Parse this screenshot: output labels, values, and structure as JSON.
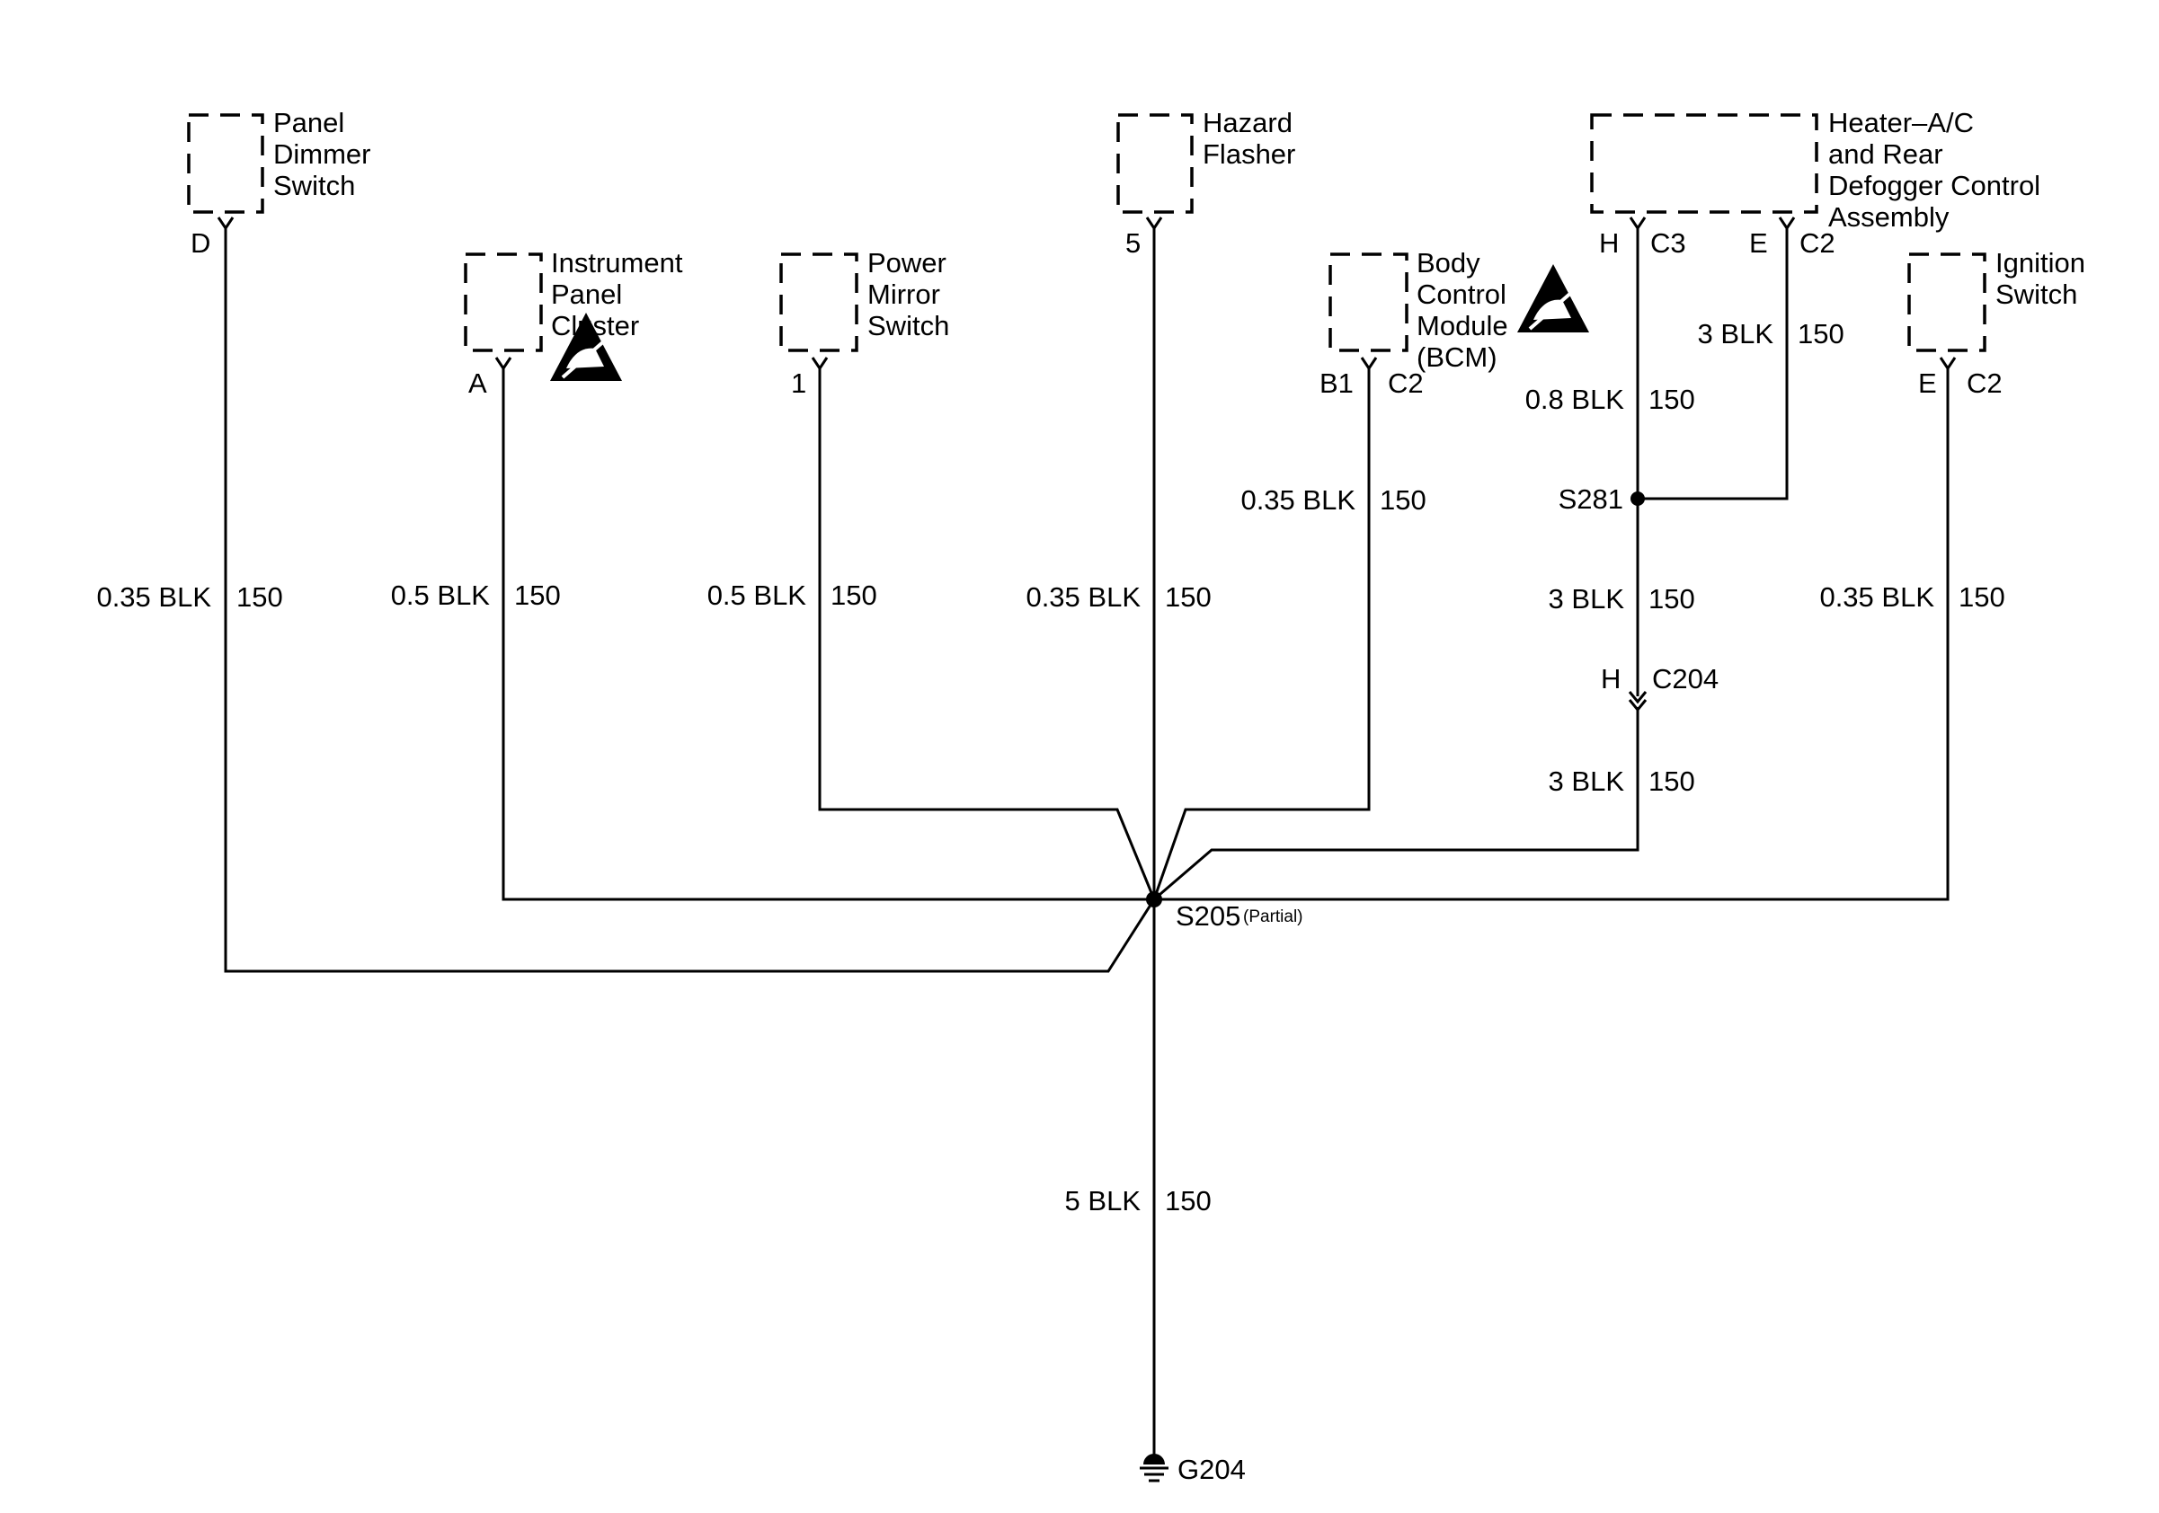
{
  "components": {
    "panel_dimmer": [
      "Panel",
      "Dimmer",
      "Switch"
    ],
    "instrument_cluster": [
      "Instrument",
      "Panel",
      "Cluster"
    ],
    "power_mirror": [
      "Power",
      "Mirror",
      "Switch"
    ],
    "hazard_flasher": [
      "Hazard",
      "Flasher"
    ],
    "bcm": [
      "Body",
      "Control",
      "Module",
      "(BCM)"
    ],
    "heater_ac": [
      "Heater–A/C",
      "and Rear",
      "Defogger Control",
      "Assembly"
    ],
    "ignition": [
      "Ignition",
      "Switch"
    ]
  },
  "pins": {
    "panel_dimmer": "D",
    "instrument_cluster": "A",
    "power_mirror": "1",
    "hazard_flasher": "5",
    "bcm": "B1",
    "bcm_conn": "C2",
    "heater_h": "H",
    "heater_h_conn": "C3",
    "heater_e": "E",
    "heater_e_conn": "C2",
    "ignition": "E",
    "ignition_conn": "C2"
  },
  "wires": {
    "panel_dimmer": {
      "gauge": "0.35 BLK",
      "circuit": "150"
    },
    "instrument_cluster": {
      "gauge": "0.5 BLK",
      "circuit": "150"
    },
    "power_mirror": {
      "gauge": "0.5 BLK",
      "circuit": "150"
    },
    "hazard_flasher": {
      "gauge": "0.35 BLK",
      "circuit": "150"
    },
    "bcm": {
      "gauge": "0.35 BLK",
      "circuit": "150"
    },
    "heater_e": {
      "gauge": "3 BLK",
      "circuit": "150"
    },
    "heater_h": {
      "gauge": "0.8 BLK",
      "circuit": "150"
    },
    "s281_out": {
      "gauge": "3 BLK",
      "circuit": "150"
    },
    "c204_out": {
      "gauge": "3 BLK",
      "circuit": "150"
    },
    "ignition": {
      "gauge": "0.35 BLK",
      "circuit": "150"
    },
    "ground": {
      "gauge": "5 BLK",
      "circuit": "150"
    }
  },
  "splices": {
    "s281": "S281",
    "s205": "S205",
    "s205_note": "(Partial)"
  },
  "connectors": {
    "c204_pin": "H",
    "c204": "C204"
  },
  "ground": {
    "label": "G204"
  },
  "icons": {
    "esd": "esd-warning-icon",
    "ground": "ground-symbol-icon"
  }
}
